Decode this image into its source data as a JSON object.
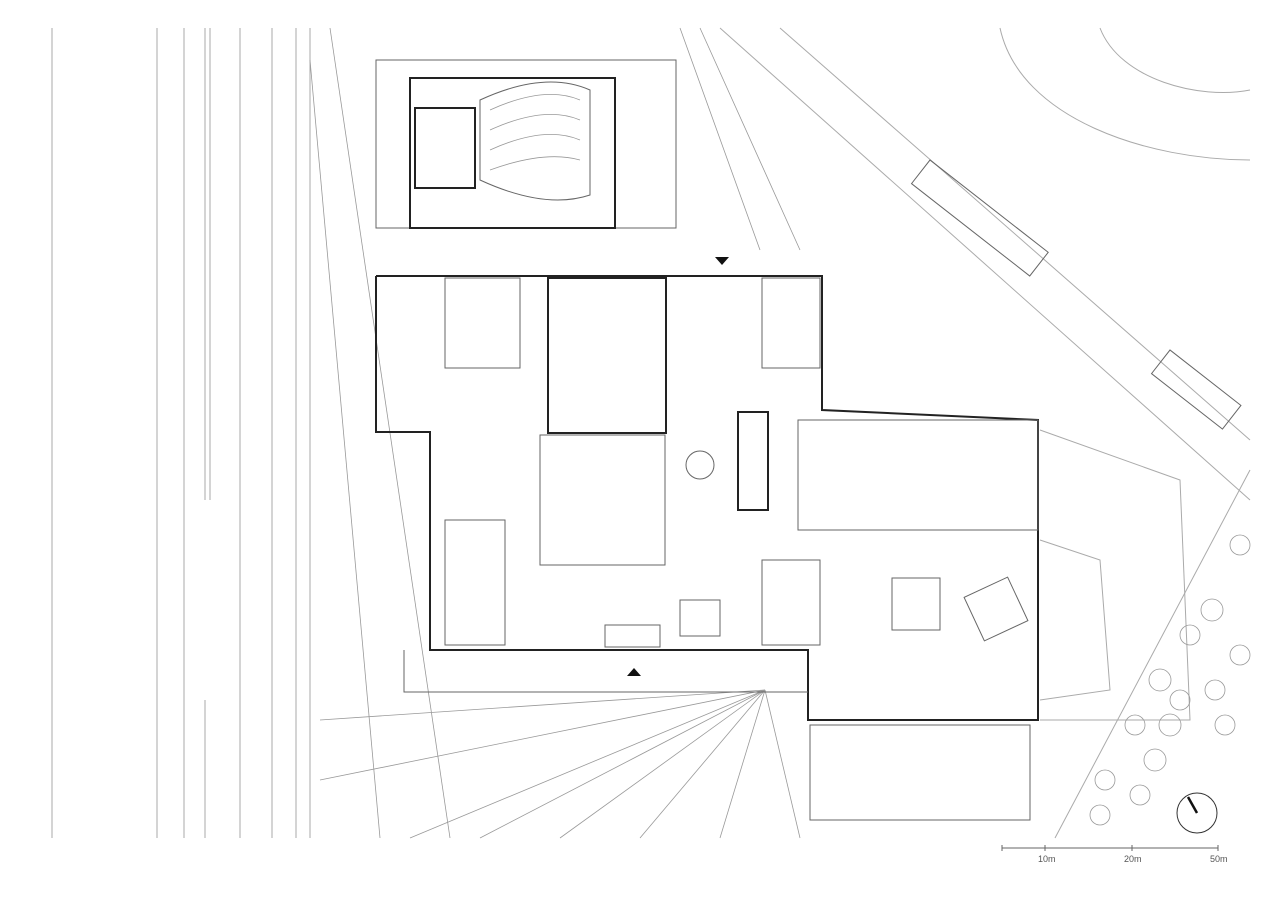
{
  "drawing": {
    "type": "site floor plan"
  },
  "scale_bar": {
    "labels": [
      "10m",
      "20m",
      "50m"
    ]
  },
  "north_arrow": {
    "icon": "north-arrow-icon"
  },
  "entrances": {
    "icon": "entrance-triangle-icon"
  },
  "colors": {
    "line": "#222222",
    "light_line": "#aaaaaa",
    "background": "#ffffff"
  }
}
